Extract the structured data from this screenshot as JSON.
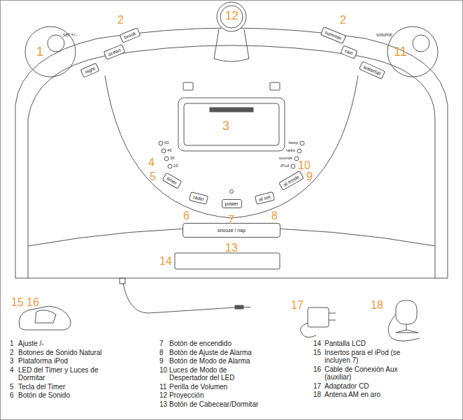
{
  "diagram": {
    "nodes": [
      {
        "text": [
          "brook"
        ]
      },
      {
        "text": [
          "ocean"
        ]
      },
      {
        "text": [
          "night"
        ]
      },
      {
        "text": [
          "summer"
        ]
      },
      {
        "text": [
          "rain"
        ]
      },
      {
        "text": [
          "waterfall"
        ]
      },
      {
        "text": [
          "timer"
        ]
      },
      {
        "text": [
          "radio"
        ]
      },
      {
        "text": [
          "power"
        ]
      },
      {
        "text": [
          "al set"
        ]
      },
      {
        "text": [
          "al mode"
        ]
      },
      {
        "text": [
          "snooze / nap"
        ]
      }
    ],
    "labels": [
      "12",
      "2",
      "2",
      "set +/-",
      "volume",
      "1",
      "11",
      "3",
      "60",
      "45",
      "30",
      "15",
      "4",
      "beep",
      "radio",
      "sounds",
      "iPod",
      "10",
      "5",
      "6",
      "7",
      "8",
      "9",
      "13",
      "14",
      "15",
      "16",
      "17",
      "18",
      "1",
      "Ajuste /-",
      "2",
      "Botones de Sonido Natural",
      "3",
      "Plataforma iPod",
      "4",
      "LED del Timer y Luces de Dormitar",
      "5",
      "Tecla del Timer",
      "6",
      "Botón de Sonido",
      "7",
      "Botón de encendido",
      "8",
      "Botón de Ajuste de Alarma",
      "9",
      "Botón de Modo de Alarma",
      "10",
      "Luces de Modo de Despertador del LED",
      "11",
      "Perilla de Volumen",
      "12",
      "Proyección",
      "13",
      "Botón de Cabecear/Dormitar",
      "14",
      "Pantalla LCD",
      "15",
      "Insertos para el iPod (se incluyen 7)",
      "16",
      "Cable de Conexión Aux (auxiliar)",
      "17",
      "Adaptador CD",
      "18",
      "Antena AM en aro"
    ]
  }
}
